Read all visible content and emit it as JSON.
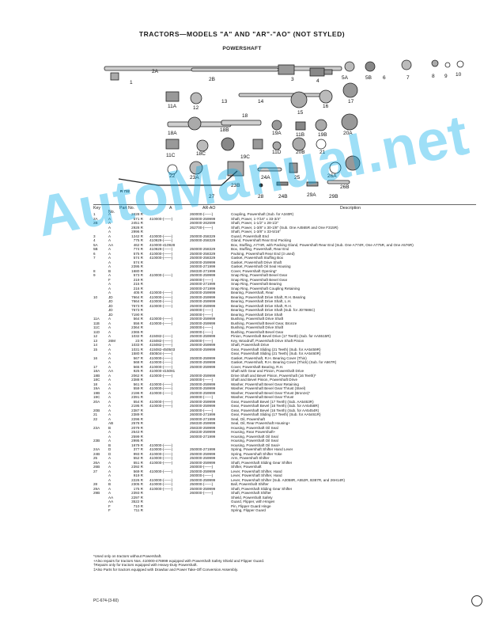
{
  "page_title": "TRACTORS—MODELS \"A\" AND \"AR\"-\"AO\" (NOT STYLED)",
  "section_title": "POWERSHAFT",
  "figure_ref": "R 732",
  "watermark_text": "AutoManual.net",
  "diagram_labels": [
    "1",
    "2A",
    "2B",
    "3",
    "4",
    "5A",
    "5B",
    "6",
    "7",
    "8",
    "9",
    "10",
    "11A",
    "12",
    "13",
    "14",
    "15",
    "16",
    "17",
    "18A",
    "18B",
    "18",
    "19A",
    "11B",
    "19B",
    "20A",
    "11C",
    "18C",
    "11D",
    "20B",
    "21",
    "22",
    "23A",
    "19C",
    "24A",
    "25",
    "26A",
    "23B",
    "27",
    "28",
    "24B",
    "29A",
    "26B",
    "29B"
  ],
  "columns": {
    "key": "Key",
    "no": "No.",
    "part_no": "Part No.",
    "a": "A",
    "ar_ao": "AR-AO",
    "description": "Description"
  },
  "rows": [
    {
      "key": "1",
      "q": "A",
      "pn": "2428 R",
      "a": "",
      "ar": "260000-(——)",
      "desc": "Coupling, Powershaft (Sub. for A340R)"
    },
    {
      "key": "2A",
      "q": "A",
      "pn": "571 R",
      "a": "410000-(——)",
      "ar": "250000-259999",
      "desc": "Shaft, Power, 1-7/16\" x 33-3/4\""
    },
    {
      "key": "2B",
      "q": "A",
      "pn": "2451 R",
      "a": "",
      "ar": "260000-262699",
      "desc": "Shaft, Power, 1-1/2\" x 28-1/2\""
    },
    {
      "key": "",
      "q": "A",
      "pn": "2928 R",
      "a": "",
      "ar": "262700-(——)",
      "desc": "Shaft, Power, 1-3/8\" x 30-1/8\" (Sub. One A4565R and One F315R)"
    },
    {
      "key": "",
      "q": "A",
      "pn": "2996 R",
      "a": "",
      "ar": "",
      "desc": "Shaft, Power, 1-3/8\" x 33-5/16\""
    },
    {
      "key": "3",
      "q": "A",
      "pn": "1242 R",
      "a": "410000-(——)",
      "ar": "250000-258329",
      "desc": "Guard, Powershaft End"
    },
    {
      "key": "4",
      "q": "A",
      "pn": "775 R",
      "a": "410929-(——)",
      "ar": "250000-258329",
      "desc": "Gland, Powershaft Rear End Packing"
    },
    {
      "key": "5A",
      "q": "AA",
      "pn": "462 R",
      "a": "410000-410928",
      "ar": "",
      "desc": "Box, Stuffing, A774R, with Packing Gland, Powershaft Rear End (Sub. One A774R, One A775R, and One A576R)"
    },
    {
      "key": "5B",
      "q": "A",
      "pn": "774 R",
      "a": "410929-(——)",
      "ar": "250000-258329",
      "desc": "Box, Stuffing, Powershaft, Rear End"
    },
    {
      "key": "6",
      "q": "A",
      "pn": "575 R",
      "a": "410000-(——)",
      "ar": "250000-258329",
      "desc": "Packing, Powershaft Rear End (3 used)"
    },
    {
      "key": "7",
      "q": "A",
      "pn": "574 R",
      "a": "410000-(——)",
      "ar": "250000-258329",
      "desc": "Gasket, Powershaft Stuffing Box"
    },
    {
      "key": "",
      "q": "A",
      "pn": "574 R",
      "a": "",
      "ar": "260000-259999",
      "desc": "Gasket, Powershaft Drive Shaft"
    },
    {
      "key": "",
      "q": "A",
      "pn": "2395 R",
      "a": "",
      "ar": "260000-271999",
      "desc": "Gasket, Powershaft Oil Seal Housing"
    },
    {
      "key": "8",
      "q": "B",
      "pn": "1680 R",
      "a": "",
      "ar": "258330-271999",
      "desc": "Cover, Powershaft Opening*"
    },
    {
      "key": "9",
      "q": "A",
      "pn": "573 R",
      "a": "410000-(——)",
      "ar": "250000-259999",
      "desc": "Snap Ring, Powershaft Bevel Gear"
    },
    {
      "key": "",
      "q": "F",
      "pn": "219 R",
      "a": "",
      "ar": "260000-(——)",
      "desc": "Snap Ring, Powershaft Bevel Gear"
    },
    {
      "key": "",
      "q": "A",
      "pn": "215 R",
      "a": "",
      "ar": "260000-271999",
      "desc": "Snap Ring, Powershaft Bearing"
    },
    {
      "key": "",
      "q": "A",
      "pn": "216 R",
      "a": "",
      "ar": "260000-271999",
      "desc": "Snap Ring, Powershaft Coupling Retaining"
    },
    {
      "key": "",
      "q": "A",
      "pn": "405 R",
      "a": "410000-(——)",
      "ar": "250000-259999",
      "desc": "Bearing, Powershaft, Rear"
    },
    {
      "key": "10",
      "q": "JD",
      "pn": "7664 R",
      "a": "410000-(——)",
      "ar": "250000-259999",
      "desc": "Bearing, Powershaft Drive Shaft, R.H. Bearing"
    },
    {
      "key": "",
      "q": "JD",
      "pn": "7664 R",
      "a": "410000-(——)",
      "ar": "250000-259999",
      "desc": "Bearing, Powershaft Drive Shaft, L.H."
    },
    {
      "key": "",
      "q": "JD",
      "pn": "7673 R",
      "a": "410000-(——)",
      "ar": "250000-259999",
      "desc": "Bearing, Powershaft Drive Shaft, R.H."
    },
    {
      "key": "",
      "q": "JD",
      "pn": "7673 R",
      "a": "",
      "ar": "260000-(——)",
      "desc": "Bearing, Powershaft Drive Shaft (Sub. for JD7686C)"
    },
    {
      "key": "",
      "q": "JD",
      "pn": "7190 R",
      "a": "",
      "ar": "260000-(——)",
      "desc": "Bearing, Powershaft Drive Shaft"
    },
    {
      "key": "11A",
      "q": "A",
      "pn": "564 R",
      "a": "410000-(——)",
      "ar": "250000-259999",
      "desc": "Bushing, Powershaft Drive Shaft"
    },
    {
      "key": "11B",
      "q": "A",
      "pn": "556 R",
      "a": "410000-(——)",
      "ar": "250000-259999",
      "desc": "Bushing, Powershaft Bevel Gear, Bronze"
    },
    {
      "key": "11C",
      "q": "A",
      "pn": "2364 R",
      "a": "",
      "ar": "260000-(——)",
      "desc": "Bushing, Powershaft Drive Shaft"
    },
    {
      "key": "11D",
      "q": "A",
      "pn": "2365 R",
      "a": "",
      "ar": "260000-(——)",
      "desc": "Bushing, Powershaft Bevel Gear"
    },
    {
      "key": "12",
      "q": "A",
      "pn": "1032 R",
      "a": "415082-(——)",
      "ar": "250000-259999",
      "desc": "Pinion, Powershaft Bevel Drive (17 Teeth) (Sub. for AA5515R)"
    },
    {
      "key": "13",
      "q": "26M",
      "pn": "23 R",
      "a": "415082-(——)",
      "ar": "250000-(——)",
      "desc": "Key, Woodruff, Powershaft Drive Shaft Pinion"
    },
    {
      "key": "14",
      "q": "A",
      "pn": "1033 R",
      "a": "415082-(——)",
      "ar": "250000-259999",
      "desc": "Shaft, Powershaft Drive"
    },
    {
      "key": "15",
      "q": "A",
      "pn": "1031 R",
      "a": "415082-450503",
      "ar": "250000-259999",
      "desc": "Gear, Powershaft Sliding (21 Teeth) (Sub. for AA5459R)"
    },
    {
      "key": "",
      "q": "A",
      "pn": "1580 R",
      "a": "450504-(——)",
      "ar": "",
      "desc": "Gear, Powershaft Sliding (21 Teeth) (Sub. for AA5460R)"
    },
    {
      "key": "16",
      "q": "A",
      "pn": "567 R",
      "a": "410000-(——)",
      "ar": "250000-259999",
      "desc": "Gasket, Powershaft, R.H. Bearing Cover (Thin)"
    },
    {
      "key": "",
      "q": "A",
      "pn": "568 R",
      "a": "410000-(——)",
      "ar": "250000-259999",
      "desc": "Gasket, Powershaft, R.H. Bearing Cover (Thick) (Sub. for A567R)"
    },
    {
      "key": "17",
      "q": "A",
      "pn": "565 R",
      "a": "410000-(——)",
      "ar": "250000-259999",
      "desc": "Cover, Powershaft Bearing, R.H."
    },
    {
      "key": "18A",
      "q": "AA",
      "pn": "925 R",
      "a": "410000-415081",
      "ar": "",
      "desc": "Shaft with Gear and Pinion, Powershaft Drive"
    },
    {
      "key": "18B",
      "q": "A",
      "pn": "2062 R",
      "a": "410000-(——)",
      "ar": "250000-259999",
      "desc": "Drive Shaft and Bevel Pinion, Powershaft (16 Teeth)*"
    },
    {
      "key": "18C",
      "q": "A",
      "pn": "2388 R",
      "a": "",
      "ar": "260000-(——)",
      "desc": "Shaft and Bevel Pinion, Powershaft Drive"
    },
    {
      "key": "18",
      "q": "A",
      "pn": "561 R",
      "a": "410000-(——)",
      "ar": "250000-259999",
      "desc": "Washer, Powershaft Bevel Gear Retaining"
    },
    {
      "key": "19A",
      "q": "A",
      "pn": "559 R",
      "a": "410000-(——)",
      "ar": "250000-259999",
      "desc": "Washer, Powershaft Bevel Gear Thrust (Steel)"
    },
    {
      "key": "19B",
      "q": "A",
      "pn": "2196 R",
      "a": "410000-(——)",
      "ar": "250000-259999",
      "desc": "Washer, Powershaft Bevel Gear Thrust (Bronze)*"
    },
    {
      "key": "19C",
      "q": "A",
      "pn": "2391 R",
      "a": "",
      "ar": "260000-(——)",
      "desc": "Washer, Powershaft Bevel Gear Thrust"
    },
    {
      "key": "20A",
      "q": "A",
      "pn": "554 R",
      "a": "410000-(——)",
      "ar": "250000-259999",
      "desc": "Gear, Powershaft Bevel (17 Teeth) (Sub. AA5463R)"
    },
    {
      "key": "",
      "q": "A",
      "pn": "2195 R",
      "a": "410000-(——)",
      "ar": "250000-259999",
      "desc": "Gear, Powershaft Bevel (16 Teeth) (Sub. for AA5458R)"
    },
    {
      "key": "20B",
      "q": "A",
      "pn": "2387 R",
      "a": "",
      "ar": "260000-(——)",
      "desc": "Gear, Powershaft Bevel (16 Teeth) (Sub. for AA5454R)"
    },
    {
      "key": "21",
      "q": "A",
      "pn": "2389 R",
      "a": "",
      "ar": "260000-271999",
      "desc": "Gear, Powershaft Sliding (17 Teeth) (Sub. for AA5461R)"
    },
    {
      "key": "22",
      "q": "A",
      "pn": "2296 R",
      "a": "",
      "ar": "260000-271999",
      "desc": "Seal, Oil, Powershaft"
    },
    {
      "key": "",
      "q": "AB",
      "pn": "2578 R",
      "a": "",
      "ar": "258330-259999",
      "desc": "Seal, Oil, Rear Powershaft Housing+"
    },
    {
      "key": "23A",
      "q": "B",
      "pn": "2079 R",
      "a": "",
      "ar": "258330-259999",
      "desc": "Housing, Powershaft Oil Seal"
    },
    {
      "key": "",
      "q": "A",
      "pn": "2543 R",
      "a": "",
      "ar": "258330-259999",
      "desc": "Housing, Rear Powershaft+"
    },
    {
      "key": "",
      "q": "A",
      "pn": "2599 R",
      "a": "",
      "ar": "260000-271999",
      "desc": "Housing, Powershaft Oil Seal"
    },
    {
      "key": "23B",
      "q": "A",
      "pn": "2995 R",
      "a": "",
      "ar": "",
      "desc": "Housing, Powershaft Oil Seal"
    },
    {
      "key": "",
      "q": "B",
      "pn": "1679 R",
      "a": "410000-(——)",
      "ar": "",
      "desc": "Housing, Powershaft Oil Seal+"
    },
    {
      "key": "24A",
      "q": "D",
      "pn": "377 R",
      "a": "410000-(——)",
      "ar": "250000-271999",
      "desc": "Spring, Powershaft Shifter Hand Lever"
    },
    {
      "key": "24B",
      "q": "D",
      "pn": "993 R",
      "a": "410000-(——)",
      "ar": "250000-259999",
      "desc": "Spring, Powershaft Shifter Yoke"
    },
    {
      "key": "25",
      "q": "A",
      "pn": "552 R",
      "a": "410000-(——)",
      "ar": "250000-259999",
      "desc": "Arm, Powershaft Shifter"
    },
    {
      "key": "26A",
      "q": "A",
      "pn": "551 R",
      "a": "410000-(——)",
      "ar": "250000-259999",
      "desc": "Shaft, Powershaft Sliding Gear Shifter"
    },
    {
      "key": "26B",
      "q": "A",
      "pn": "2392 R",
      "a": "",
      "ar": "260000-(——)",
      "desc": "Shifter, Powershaft"
    },
    {
      "key": "27",
      "q": "A",
      "pn": "569 R",
      "a": "410000-(——)",
      "ar": "250000-259999",
      "desc": "Lever, Powershaft Shifter, Hand"
    },
    {
      "key": "",
      "q": "A",
      "pn": "919 R",
      "a": "",
      "ar": "260000-(——)",
      "desc": "Lever, Powershaft Shifter, Hand"
    },
    {
      "key": "",
      "q": "A",
      "pn": "2226 R",
      "a": "410000-(——)",
      "ar": "250000-259999",
      "desc": "Lever, Powershaft Shifter (Sub. A3058R, A552R, B387R, and 26H14R)"
    },
    {
      "key": "28",
      "q": "B",
      "pn": "2305 R",
      "a": "410000-(——)",
      "ar": "250000-(——)",
      "desc": "Ball, Powershaft Shifter"
    },
    {
      "key": "29A",
      "q": "A",
      "pn": "175 R",
      "a": "410000-(——)",
      "ar": "250000-259999",
      "desc": "Shaft, Powershaft Sliding Gear Shifter"
    },
    {
      "key": "29B",
      "q": "A",
      "pn": "2393 R",
      "a": "",
      "ar": "260000-(——)",
      "desc": "Shaft, Powershaft Shifter"
    },
    {
      "key": "",
      "q": "AA",
      "pn": "2297 R",
      "a": "",
      "ar": "",
      "desc": "Shield, Powershaft Safety"
    },
    {
      "key": "",
      "q": "AA",
      "pn": "3522 R",
      "a": "",
      "ar": "",
      "desc": "Guard, Flipper, with Hinges"
    },
    {
      "key": "",
      "q": "F",
      "pn": "710 R",
      "a": "",
      "ar": "",
      "desc": "Pin, Flipper Guard Hinge"
    },
    {
      "key": "",
      "q": "F",
      "pn": "711 R",
      "a": "",
      "ar": "",
      "desc": "Spring, Flipper Guard"
    }
  ],
  "notes": [
    "*Used only on tractors without Powershaft.",
    "+Also repairs for tractors Nos. 410000-476999 equipped with Powershaft Safety Shield and Flipper Guard.",
    "†Repairs only for tractors equipped with Heavy-Duty Powershaft.",
    "‡Also Parts for tractors equipped with Drawbar and Power Take-Off Conversion Assembly."
  ],
  "footer": "PC-674-(3-60)"
}
